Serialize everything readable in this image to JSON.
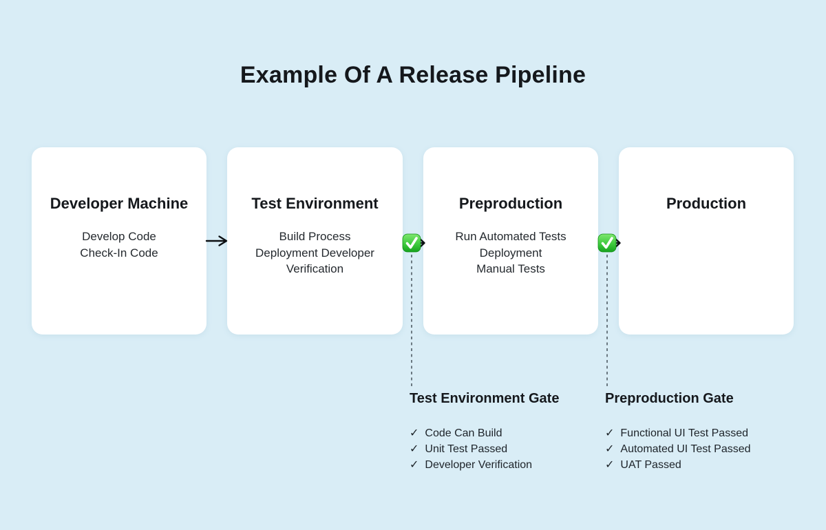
{
  "page": {
    "title": "Example Of A Release Pipeline",
    "background_color": "#d9edf6"
  },
  "pipeline": {
    "stages": [
      {
        "title": "Developer Machine",
        "tasks": [
          "Develop Code",
          "Check-In Code"
        ]
      },
      {
        "title": "Test Environment",
        "tasks": [
          "Build Process",
          "Deployment Developer",
          "Verification"
        ]
      },
      {
        "title": "Preproduction",
        "tasks": [
          "Run Automated Tests",
          "Deployment",
          "Manual Tests"
        ]
      },
      {
        "title": "Production",
        "tasks": []
      }
    ],
    "connectors": [
      {
        "from": "Developer Machine",
        "to": "Test Environment",
        "type": "arrow"
      },
      {
        "from": "Test Environment",
        "to": "Preproduction",
        "type": "arrow-with-gate",
        "icon": "green-check-badge-icon"
      },
      {
        "from": "Preproduction",
        "to": "Production",
        "type": "arrow-with-gate",
        "icon": "green-check-badge-icon"
      }
    ]
  },
  "gates": [
    {
      "title": "Test Environment Gate",
      "checks": [
        "Code Can Build",
        "Unit Test Passed",
        "Developer Verification"
      ]
    },
    {
      "title": "Preproduction Gate",
      "checks": [
        "Functional UI Test Passed",
        "Automated UI Test Passed",
        "UAT Passed"
      ]
    }
  ],
  "glyphs": {
    "check": "✓"
  },
  "colors": {
    "card_background": "#ffffff",
    "title_text": "#15181c",
    "body_text": "#24292e",
    "badge_green_top": "#7fe76f",
    "badge_green_bottom": "#16a21e",
    "badge_check": "#ffffff",
    "connector": "#0c0f12",
    "dashed_line": "#2f3942"
  }
}
